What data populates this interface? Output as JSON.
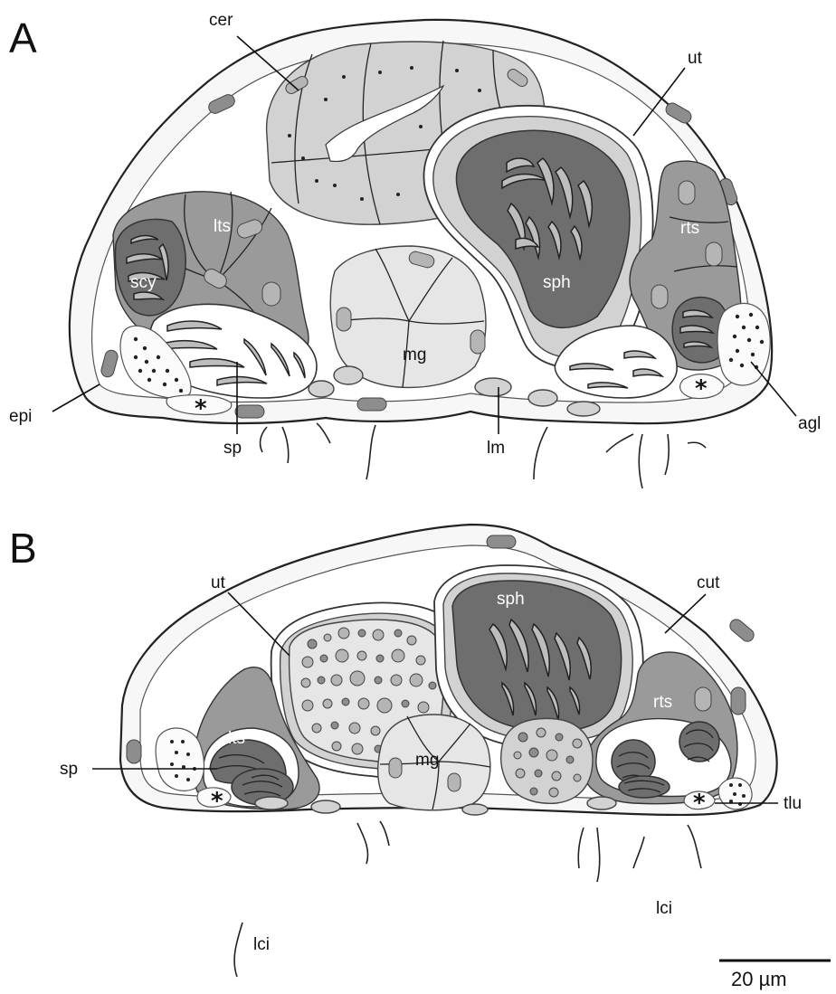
{
  "panels": [
    {
      "letter": "A",
      "labels": {
        "cer": "cer",
        "ut": "ut",
        "lts": "lts",
        "rts": "rts",
        "scy": "scy",
        "sph": "sph",
        "mg": "mg",
        "epi": "epi",
        "sp": "sp",
        "lm": "lm",
        "agl": "agl",
        "star": "*"
      }
    },
    {
      "letter": "B",
      "labels": {
        "ut": "ut",
        "sph": "sph",
        "cut": "cut",
        "rts": "rts",
        "lts": "lts",
        "sp": "sp",
        "mg": "mg",
        "tlu": "tlu",
        "lci_left": "lci",
        "lci_right": "lci",
        "star": "*"
      }
    }
  ],
  "scale_bar": {
    "label": "20 µm"
  }
}
